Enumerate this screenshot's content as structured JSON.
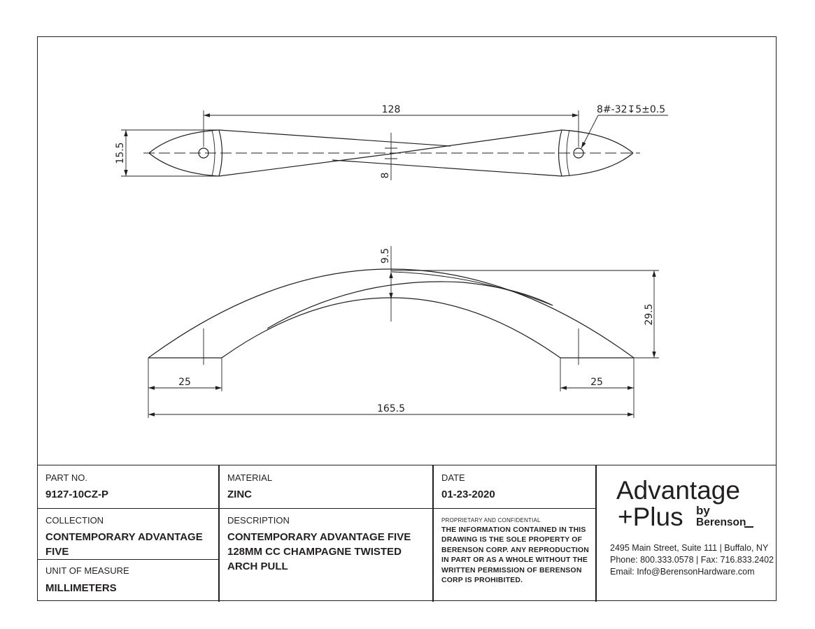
{
  "drawing": {
    "top_view": {
      "dim_cc": "128",
      "dim_width": "15.5",
      "dim_thickness": "8",
      "hole_callout": "8#-32↧5±0.5"
    },
    "side_view": {
      "dim_bar": "9.5",
      "dim_height": "29.5",
      "dim_foot_left": "25",
      "dim_foot_right": "25",
      "dim_overall": "165.5"
    }
  },
  "title_block": {
    "part_no": {
      "label": "PART NO.",
      "value": "9127-10CZ-P"
    },
    "material": {
      "label": "MATERIAL",
      "value": "ZINC"
    },
    "date": {
      "label": "DATE",
      "value": "01-23-2020"
    },
    "collection": {
      "label": "COLLECTION",
      "value_line1": "CONTEMPORARY ADVANTAGE",
      "value_line2": "FIVE"
    },
    "unit": {
      "label": "UNIT OF MEASURE",
      "value": "MILLIMETERS"
    },
    "description": {
      "label": "DESCRIPTION",
      "value_line1": "CONTEMPORARY ADVANTAGE FIVE",
      "value_line2": "128MM CC CHAMPAGNE TWISTED",
      "value_line3": "ARCH PULL"
    },
    "proprietary": {
      "heading": "PROPRIETARY AND CONFIDENTIAL",
      "line1": "THE INFORMATION CONTAINED IN THIS",
      "line2": "DRAWING IS THE SOLE PROPERTY OF",
      "line3": "BERENSON CORP. ANY REPRODUCTION",
      "line4": "IN PART OR AS A WHOLE WITHOUT THE",
      "line5": "WRITTEN PERMISSION OF BERENSON",
      "line6": "CORP IS PROHIBITED."
    },
    "brand": {
      "line1": "Advantage",
      "line2": "+Plus",
      "by": "by",
      "company": "Berenson",
      "address": "2495 Main Street, Suite 111 | Buffalo, NY",
      "phone": "Phone: 800.333.0578 | Fax: 716.833.2402",
      "email": "Email: Info@BerensonHardware.com"
    }
  }
}
